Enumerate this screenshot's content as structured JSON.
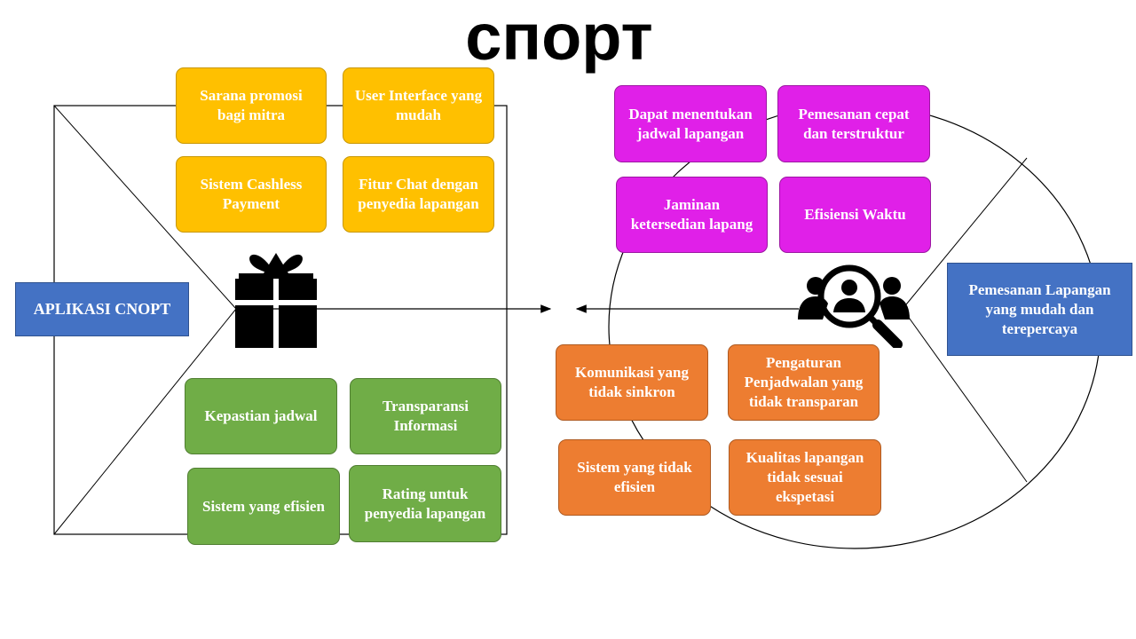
{
  "title": "спорт",
  "product_label": "APLIKASI CNOPT",
  "customer_label": "Pemesanan Lapangan yang mudah dan terepercaya",
  "product": {
    "gain_creators": [
      "Sarana promosi bagi mitra",
      "User Interface yang mudah",
      "Sistem Cashless Payment",
      "Fitur Chat dengan penyedia lapangan"
    ],
    "pain_relievers": [
      "Kepastian jadwal",
      "Transparansi Informasi",
      "Sistem yang efisien",
      "Rating untuk penyedia lapangan"
    ]
  },
  "customer": {
    "gains": [
      "Dapat menentukan jadwal lapangan",
      "Pemesanan cepat dan terstruktur",
      "Jaminan ketersedian lapang",
      "Efisiensi Waktu"
    ],
    "pains": [
      "Komunikasi yang tidak sinkron",
      "Pengaturan Penjadwalan yang tidak transparan",
      "Sistem yang tidak efisien",
      "Kualitas lapangan tidak sesuai ekspetasi"
    ]
  },
  "colors": {
    "gain_creators": "#ffc000",
    "pain_relievers": "#70ad47",
    "gains": "#e020e8",
    "pains": "#ed7d31",
    "labels": "#4472c4"
  },
  "icons": {
    "product": "gift-icon",
    "customer": "customer-search-icon"
  }
}
